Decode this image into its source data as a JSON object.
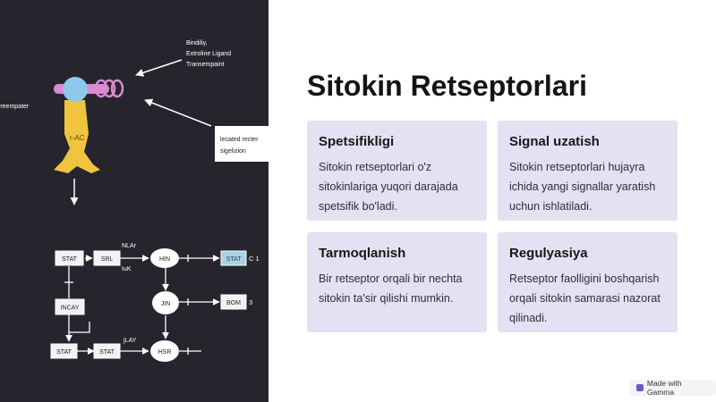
{
  "diagram": {
    "callout_top": [
      "Bindiliy,",
      "Extroline Ligand",
      "Transempaint"
    ],
    "side_label": "rreempater",
    "receptor_label": "r-AC",
    "callout_box": [
      "lecated recter",
      "sigelizion"
    ],
    "nodes": {
      "stat1": "STAT",
      "srl": "SRL",
      "hin": "HIN",
      "stat_out": "STAT",
      "incay": "INCAY",
      "jin": "JIN",
      "bom": "BOM",
      "stat2": "STAT",
      "stat3": "STAT",
      "hsr": "HSR"
    },
    "edge_labels": {
      "nlar": "NLAr",
      "iuk": "IuK",
      "jlay": "jLAY",
      "c1": "C 1",
      "three": "3"
    }
  },
  "slide": {
    "title": "Sitokin Retseptorlari",
    "cards": [
      {
        "title": "Spetsifikligi",
        "text": "Sitokin retseptorlari o'z sitokinlariga yuqori darajada spetsifik bo'ladi."
      },
      {
        "title": "Signal uzatish",
        "text": "Sitokin retseptorlari hujayra ichida yangi signallar yaratish uchun ishlatiladi."
      },
      {
        "title": "Tarmoqlanish",
        "text": "Bir retseptor orqali bir nechta sitokin ta'sir qilishi mumkin."
      },
      {
        "title": "Regulyasiya",
        "text": "Retseptor faolligini boshqarish orqali sitokin samarasi nazorat qilinadi."
      }
    ]
  },
  "badge": {
    "label": "Made with Gamma",
    "icon": "gamma-logo-icon"
  },
  "colors": {
    "left_bg": "#26252e",
    "card_bg": "#e2e2f3",
    "receptor_pink": "#d98ad0",
    "receptor_blue": "#8ec8ea",
    "receptor_yellow": "#f0c43e",
    "node_out": "#a9d3e5"
  }
}
